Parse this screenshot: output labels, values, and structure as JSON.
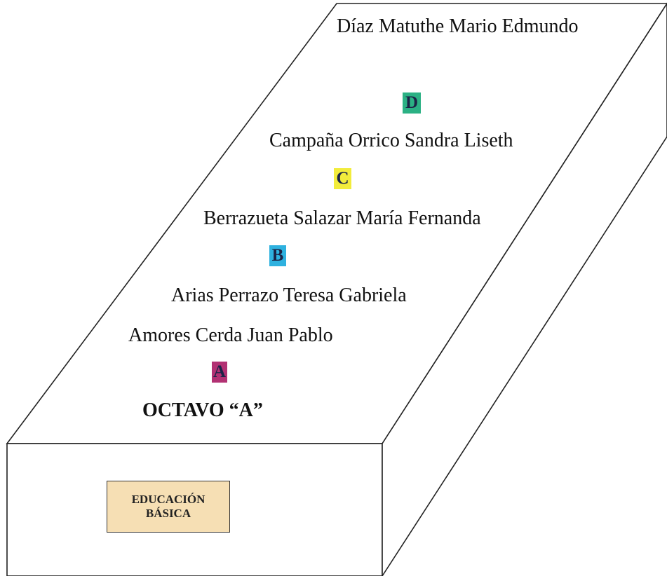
{
  "box_label": {
    "line1": "EDUCACIÓN",
    "line2": "BÁSICA"
  },
  "course_title": "OCTAVO “A”",
  "names": {
    "top": "Díaz Matuthe Mario Edmundo",
    "d_name": "Campaña Orrico Sandra Liseth",
    "c_name": "Berrazueta Salazar María Fernanda",
    "b_name": "Arias Perrazo Teresa Gabriela",
    "a_name": "Amores Cerda Juan Pablo"
  },
  "sections": [
    {
      "letter": "D",
      "color": "#2bb184"
    },
    {
      "letter": "C",
      "color": "#f2ec3c"
    },
    {
      "letter": "B",
      "color": "#2eb1df"
    },
    {
      "letter": "A",
      "color": "#b23173"
    }
  ]
}
